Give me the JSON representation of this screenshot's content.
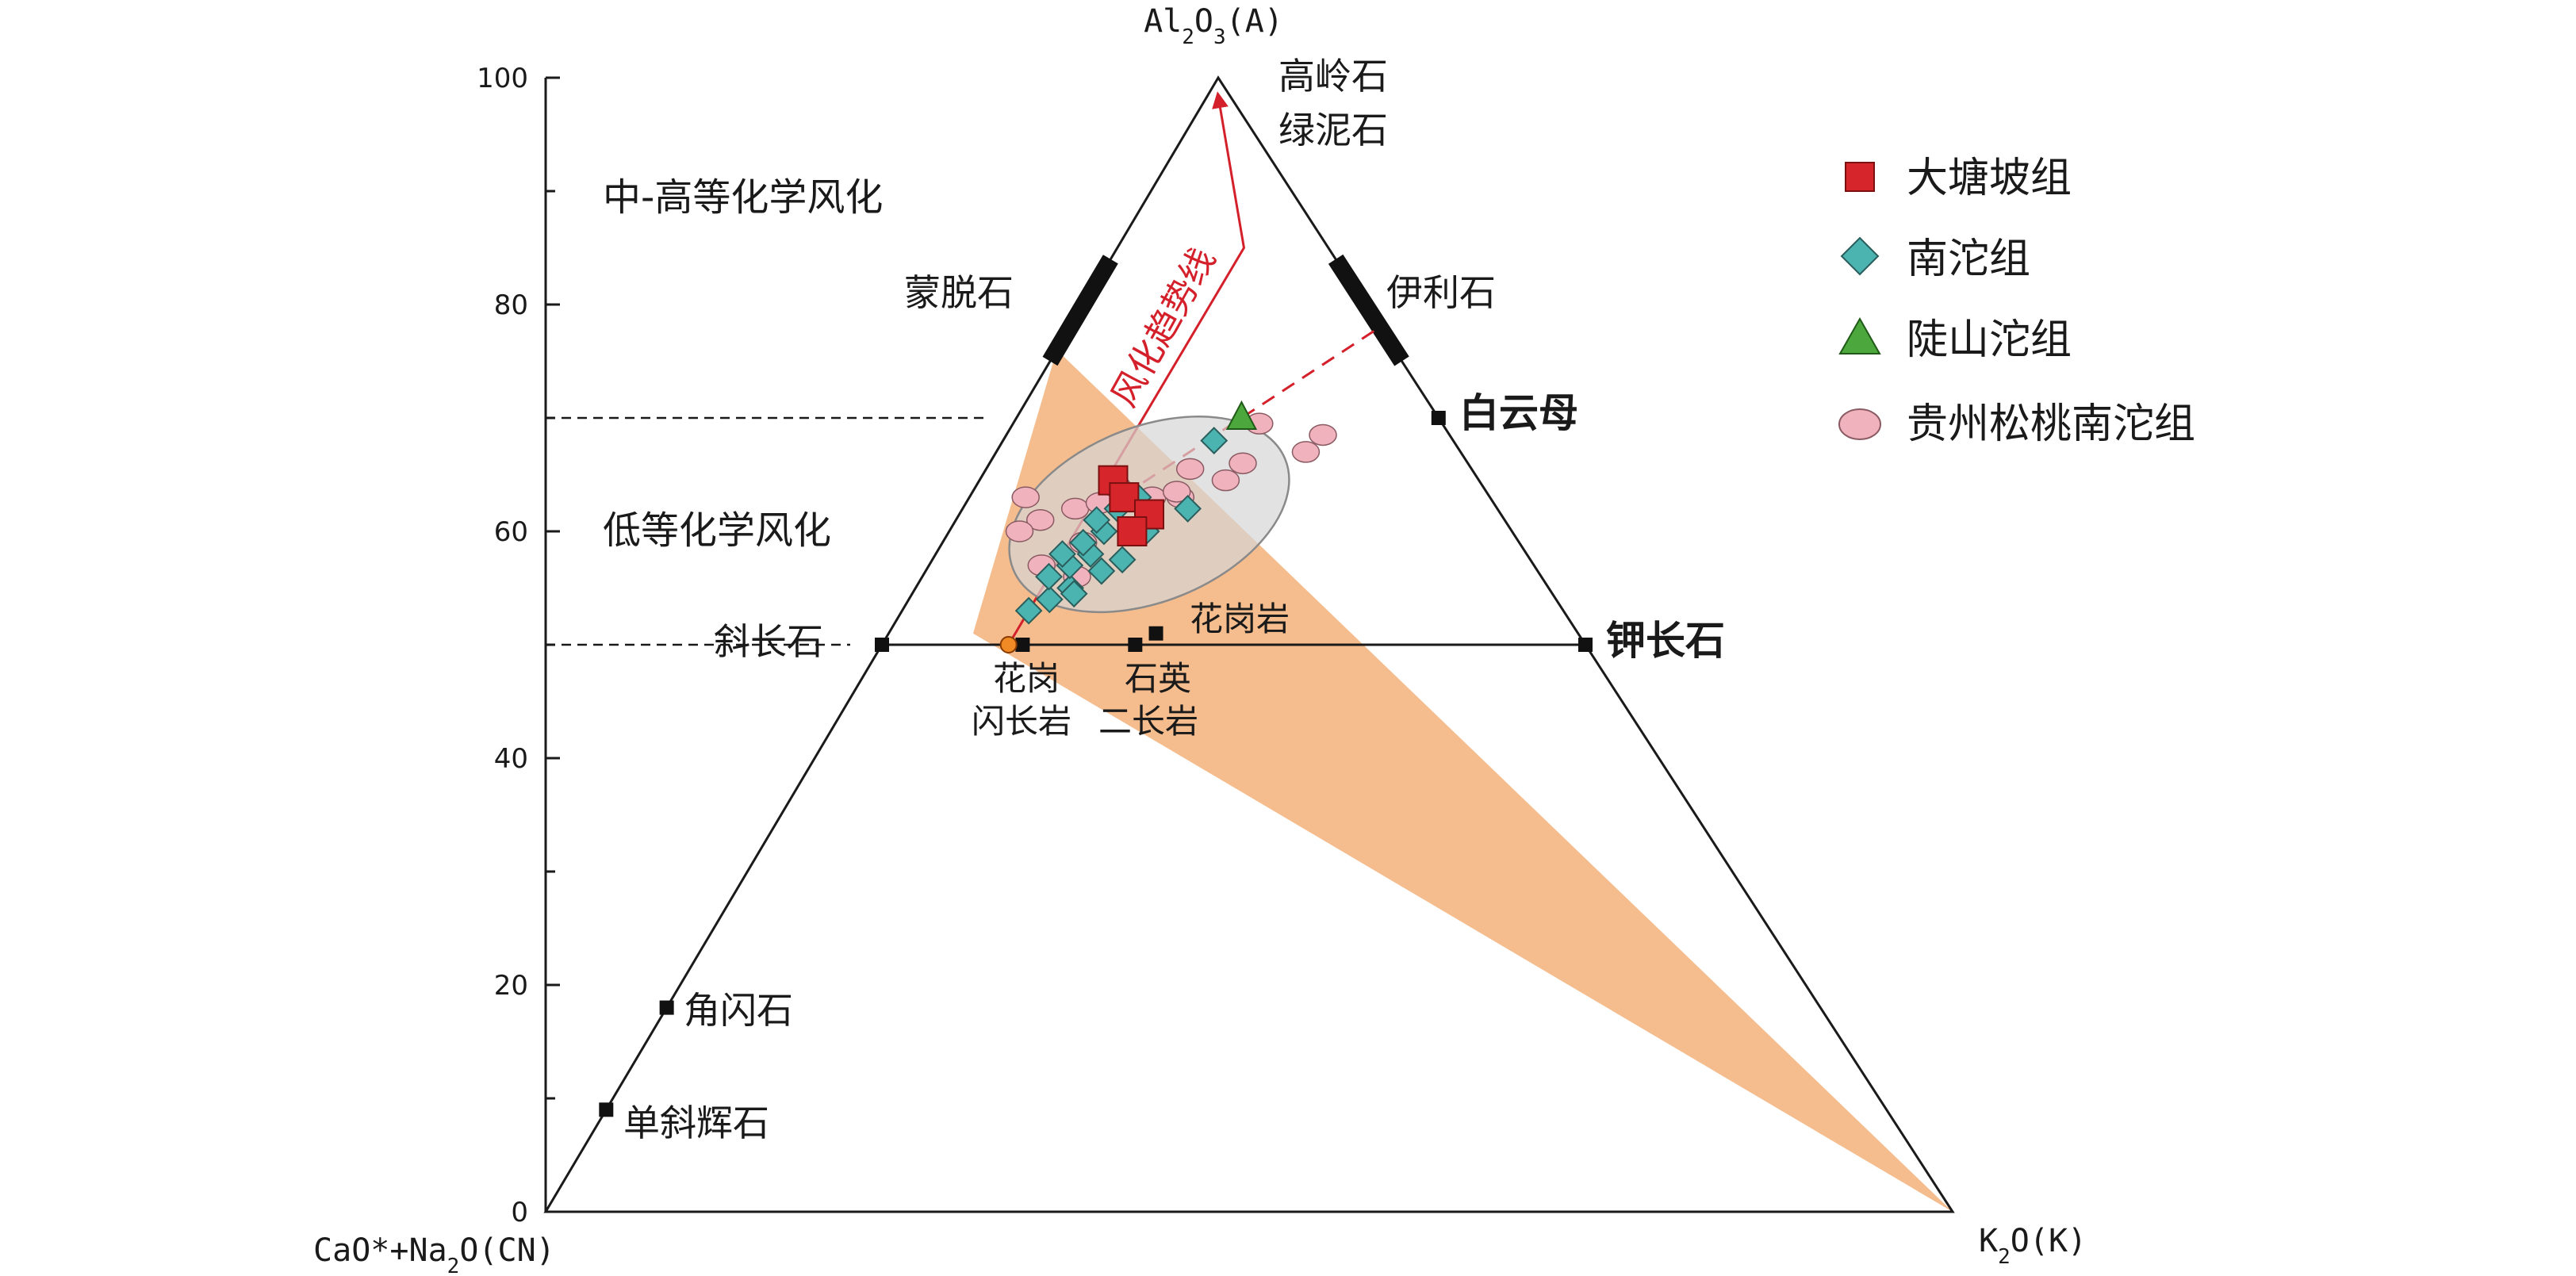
{
  "apex_labels": {
    "top": "Al2O3(A)",
    "left": "CaO*+Na2O(CN)",
    "right": "K2O(K)"
  },
  "y_axis": {
    "ticks": [
      0,
      20,
      40,
      60,
      80,
      100
    ],
    "min": 0,
    "max": 100
  },
  "weathering_zones": {
    "upper": "中-高等化学风化",
    "lower": "低等化学风化",
    "boundaries_A": [
      70,
      50
    ]
  },
  "trend_label": "风化趋势线",
  "minerals": [
    {
      "key": "kaolinite",
      "label": "高岭石",
      "A": 100,
      "CN": 0
    },
    {
      "key": "chlorite",
      "label": "绿泥石",
      "A": 100,
      "CN": 0
    },
    {
      "key": "smectite",
      "label": "蒙脱石"
    },
    {
      "key": "illite",
      "label": "伊利石"
    },
    {
      "key": "muscovite",
      "label": "白云母",
      "A": 70,
      "CN": 0
    },
    {
      "key": "plagioclase",
      "label": "斜长石",
      "A": 50,
      "CN": 50
    },
    {
      "key": "k-feldspar",
      "label": "钾长石",
      "A": 50,
      "CN": 0
    },
    {
      "key": "granite",
      "label": "花岗岩",
      "A": 51,
      "CN": 30
    },
    {
      "key": "granodiorite-1",
      "label": "花岗",
      "A": 50,
      "CN": 40
    },
    {
      "key": "granodiorite-2",
      "label": "闪长岩",
      "A": 50,
      "CN": 40
    },
    {
      "key": "quartz-monzonite-1",
      "label": "石英",
      "A": 50,
      "CN": 32
    },
    {
      "key": "quartz-monzonite-2",
      "label": "二长岩",
      "A": 50,
      "CN": 32
    },
    {
      "key": "hornblende",
      "label": "角闪石",
      "A": 18,
      "CN": 82
    },
    {
      "key": "clinopyroxene",
      "label": "单斜辉石",
      "A": 9,
      "CN": 91
    }
  ],
  "legend": [
    {
      "label": "大塘坡组",
      "marker": "square",
      "color": "#d7262b"
    },
    {
      "label": "南沱组",
      "marker": "diamond",
      "color": "#4bb3b0"
    },
    {
      "label": "陡山沱组",
      "marker": "triangle",
      "color": "#4ca83c"
    },
    {
      "label": "贵州松桃南沱组",
      "marker": "ellipse",
      "color": "#f0b2bd"
    }
  ],
  "colors": {
    "fan": "#f3b27a",
    "trend": "#d4202a",
    "ellipse_fill": "#d6d6d6",
    "ellipse_stroke": "#8a8a8a",
    "origin_point": "#f08a24"
  },
  "chart_data": {
    "type": "scatter",
    "coordinate_system": "ternary A-CN-K (A on vertical axis)",
    "series": [
      {
        "name": "大塘坡组",
        "marker": "square",
        "points": [
          {
            "A": 64.5,
            "CN": 26
          },
          {
            "A": 63,
            "CN": 26
          },
          {
            "A": 61.5,
            "CN": 25
          },
          {
            "A": 60,
            "CN": 27
          }
        ]
      },
      {
        "name": "南沱组",
        "marker": "diamond",
        "points": [
          {
            "A": 53,
            "CN": 38
          },
          {
            "A": 54,
            "CN": 36
          },
          {
            "A": 55,
            "CN": 34
          },
          {
            "A": 56,
            "CN": 35
          },
          {
            "A": 57,
            "CN": 33
          },
          {
            "A": 58,
            "CN": 31
          },
          {
            "A": 59,
            "CN": 31
          },
          {
            "A": 60,
            "CN": 29
          },
          {
            "A": 61,
            "CN": 29
          },
          {
            "A": 62,
            "CN": 27
          },
          {
            "A": 63,
            "CN": 25
          },
          {
            "A": 58,
            "CN": 33
          },
          {
            "A": 56.5,
            "CN": 31
          },
          {
            "A": 60,
            "CN": 26
          },
          {
            "A": 62,
            "CN": 22
          },
          {
            "A": 68,
            "CN": 17
          },
          {
            "A": 54.5,
            "CN": 34
          },
          {
            "A": 57.5,
            "CN": 29
          }
        ]
      },
      {
        "name": "陡山沱组",
        "marker": "triangle",
        "points": [
          {
            "A": 70,
            "CN": 14
          }
        ]
      },
      {
        "name": "贵州松桃南沱组",
        "marker": "ellipse",
        "points": [
          {
            "A": 63,
            "CN": 33
          },
          {
            "A": 62,
            "CN": 30
          },
          {
            "A": 61,
            "CN": 33
          },
          {
            "A": 60,
            "CN": 35
          },
          {
            "A": 59,
            "CN": 31
          },
          {
            "A": 57,
            "CN": 35
          },
          {
            "A": 56,
            "CN": 33
          },
          {
            "A": 63,
            "CN": 26
          },
          {
            "A": 64,
            "CN": 26
          },
          {
            "A": 63,
            "CN": 22
          },
          {
            "A": 63,
            "CN": 24
          },
          {
            "A": 63.5,
            "CN": 22
          },
          {
            "A": 64.5,
            "CN": 18
          },
          {
            "A": 66,
            "CN": 16
          },
          {
            "A": 67,
            "CN": 11
          },
          {
            "A": 68.5,
            "CN": 9
          },
          {
            "A": 69.5,
            "CN": 13
          },
          {
            "A": 65.5,
            "CN": 20
          },
          {
            "A": 62.5,
            "CN": 28
          }
        ]
      }
    ],
    "ylim": [
      0,
      100
    ]
  }
}
